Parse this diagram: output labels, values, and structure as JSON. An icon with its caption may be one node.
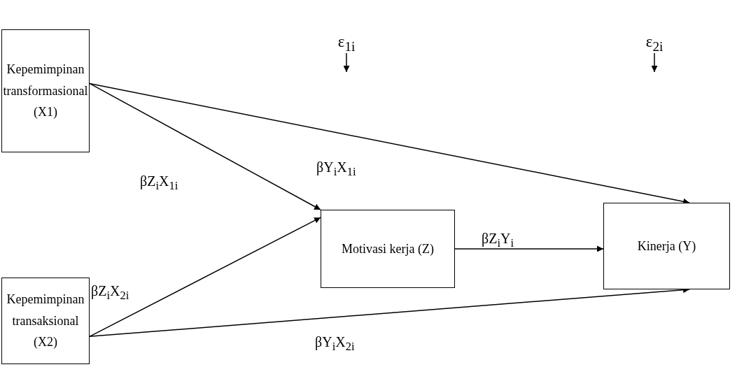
{
  "diagram": {
    "nodes": [
      {
        "text": [
          "Kepemimpinan transformasional (X1)"
        ]
      },
      {
        "text": [
          "Kepemimpinan transaksional (X2)"
        ]
      },
      {
        "text": [
          "Motivasi kerja (Z)"
        ]
      },
      {
        "text": [
          "Kinerja (Y)"
        ]
      },
      {
        "text": [
          "ε$_{1i}$"
        ]
      },
      {
        "text": [
          "ε$_{2i}$"
        ]
      }
    ],
    "edges": [
      {
        "from": 0,
        "to": 3,
        "arrow": "to",
        "label": "βY$_{i}$X$_{1i}$"
      },
      {
        "from": 0,
        "to": 2,
        "arrow": "to",
        "label": "βZ$_{i}$X$_{1i}$"
      },
      {
        "from": 2,
        "to": 3,
        "arrow": "to",
        "label": "βZ$_{i}$Y$_{i}$"
      },
      {
        "from": 1,
        "to": 2,
        "arrow": "to",
        "label": "βZ$_{i}$X$_{2i}$"
      },
      {
        "from": 1,
        "to": 3,
        "arrow": "to",
        "label": "βY$_{i}$X$_{2i}$"
      },
      {
        "from": 4,
        "to": null,
        "arrow": "to"
      },
      {
        "from": 5,
        "to": null,
        "arrow": "to"
      }
    ]
  }
}
